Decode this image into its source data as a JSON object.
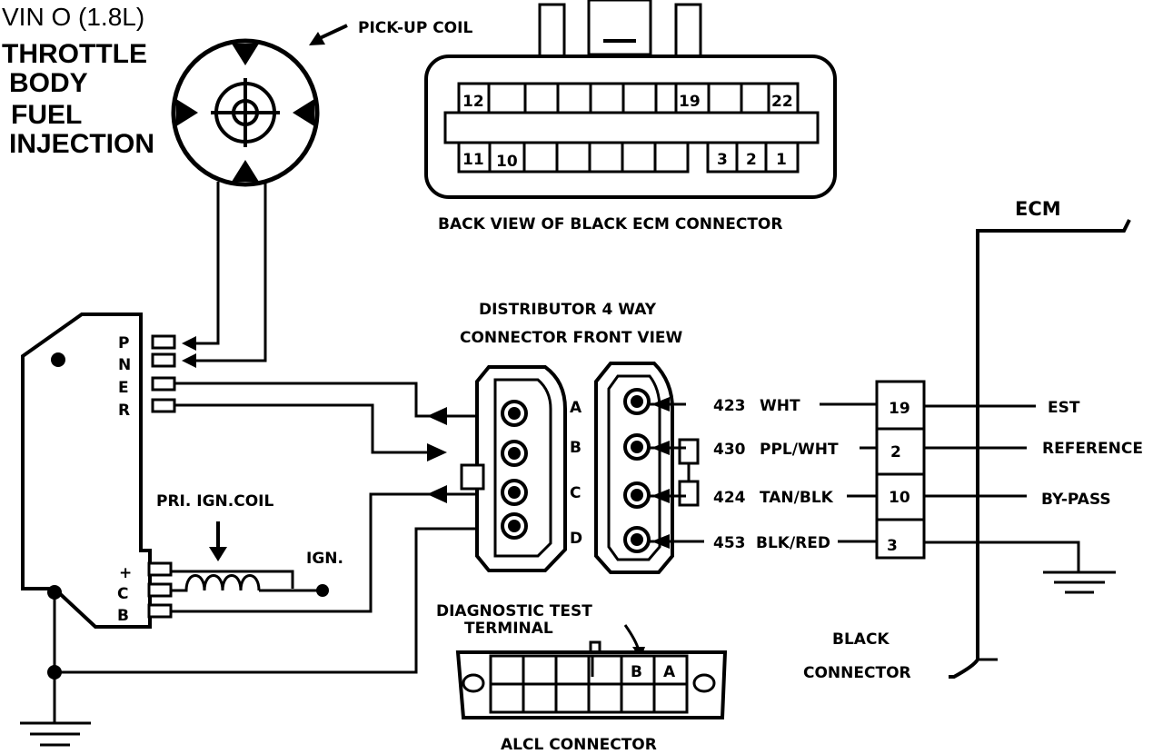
{
  "title": {
    "line1": "VIN O (1.8L)",
    "line2": "THROTTLE",
    "line3": "BODY",
    "line4": "FUEL",
    "line5": "INJECTION"
  },
  "labels": {
    "pickup_coil": "PICK-UP COIL",
    "ecm_connector_caption": "BACK VIEW OF BLACK ECM CONNECTOR",
    "ecm": "ECM",
    "distributor_line1": "DISTRIBUTOR 4  WAY",
    "distributor_line2": "CONNECTOR FRONT VIEW",
    "pri_ign_coil": "PRI. IGN.COIL",
    "ign": "IGN.",
    "diag_line1": "DIAGNOSTIC TEST",
    "diag_line2": "TERMINAL",
    "alcl_connector": "ALCL CONNECTOR",
    "black_line1": "BLACK",
    "black_line2": "CONNECTOR"
  },
  "ecm_connector": {
    "top_pins": [
      "12",
      "19",
      "22"
    ],
    "bottom_pins": [
      "11",
      "10",
      "3",
      "2",
      "1"
    ]
  },
  "module_pins": {
    "upper": [
      "P",
      "N",
      "E",
      "R"
    ],
    "lower": [
      "+",
      "C",
      "B"
    ]
  },
  "distributor_pins": [
    "A",
    "B",
    "C",
    "D"
  ],
  "circuits": [
    {
      "circuit": "423",
      "color": "WHT",
      "ecm_pin": "19",
      "function": "EST"
    },
    {
      "circuit": "430",
      "color": "PPL/WHT",
      "ecm_pin": "2",
      "function": "REFERENCE"
    },
    {
      "circuit": "424",
      "color": "TAN/BLK",
      "ecm_pin": "10",
      "function": "BY-PASS"
    },
    {
      "circuit": "453",
      "color": "BLK/RED",
      "ecm_pin": "3",
      "function": ""
    }
  ],
  "alcl_pins": [
    "B",
    "A"
  ]
}
